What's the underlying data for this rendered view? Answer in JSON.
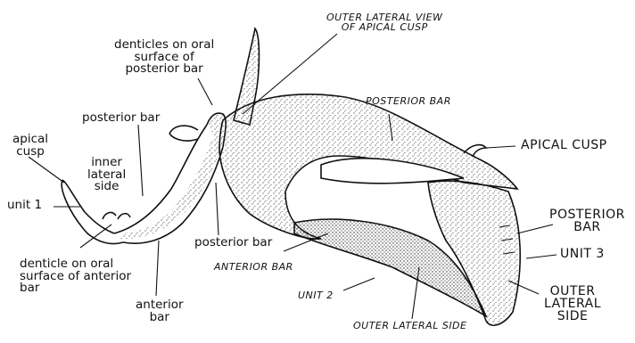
{
  "labels": {
    "denticles_posterior": "denticles on oral\nsurface of\nposterior bar",
    "outer_lateral_view": "OUTER LATERAL VIEW\nOF APICAL CUSP",
    "posterior_bar_caps_top": "POSTERIOR BAR",
    "apical_cusp_right": "APICAL CUSP",
    "posterior_bar_left": "posterior bar",
    "apical_cusp_left": "apical\ncusp",
    "inner_lateral_side": "inner\nlateral\nside",
    "unit_1": "unit 1",
    "denticle_anterior": "denticle on oral\nsurface of anterior\nbar",
    "posterior_bar_mid": "posterior bar",
    "anterior_bar_caps": "ANTERIOR BAR",
    "unit_2": "UNIT 2",
    "anterior_bar_lower": "anterior\nbar",
    "outer_lateral_side_caps": "OUTER LATERAL SIDE",
    "posterior_bar_right": "POSTERIOR\nBAR",
    "unit_3": "UNIT 3",
    "outer_lateral_side_right": "OUTER\nLATERAL\nSIDE"
  },
  "colors": {
    "ink": "#111111",
    "stipple": "#2a2a2a",
    "paper": "#ffffff"
  }
}
